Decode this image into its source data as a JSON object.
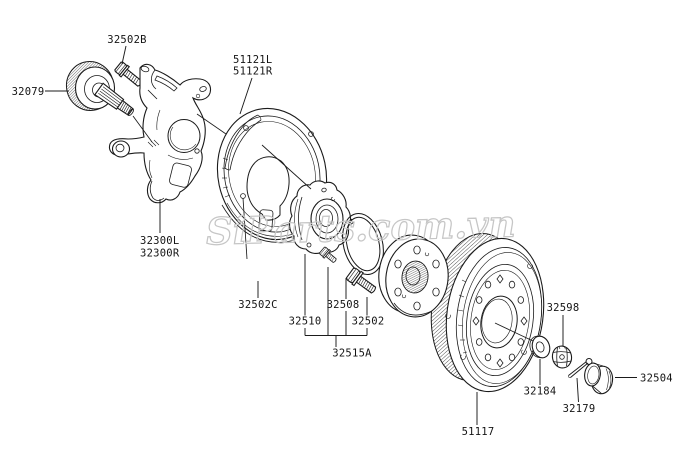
{
  "watermark": {
    "text": "SiParts.com.vn",
    "color": "#c6c6c6"
  },
  "colors": {
    "background": "#ffffff",
    "line": "#1b1b1b"
  },
  "labels": [
    {
      "part": "abs-tone-ring",
      "text": "32079"
    },
    {
      "part": "knuckle-bolt",
      "text": "32502B"
    },
    {
      "part": "splash-shield-left",
      "text": "51121L"
    },
    {
      "part": "splash-shield-right",
      "text": "51121R"
    },
    {
      "part": "knuckle-left",
      "text": "32300L"
    },
    {
      "part": "knuckle-right",
      "text": "32300R"
    },
    {
      "part": "shield-bolt",
      "text": "32502C"
    },
    {
      "part": "hub-bearing",
      "text": "32510"
    },
    {
      "part": "o-ring",
      "text": "32508"
    },
    {
      "part": "wheel-stud",
      "text": "32502"
    },
    {
      "part": "hub-kit-group",
      "text": "32515A"
    },
    {
      "part": "brake-disc",
      "text": "51117"
    },
    {
      "part": "washer",
      "text": "32184"
    },
    {
      "part": "lock-nut",
      "text": "32598"
    },
    {
      "part": "cotter-pin",
      "text": "32179"
    },
    {
      "part": "grease-cap",
      "text": "32504"
    }
  ]
}
